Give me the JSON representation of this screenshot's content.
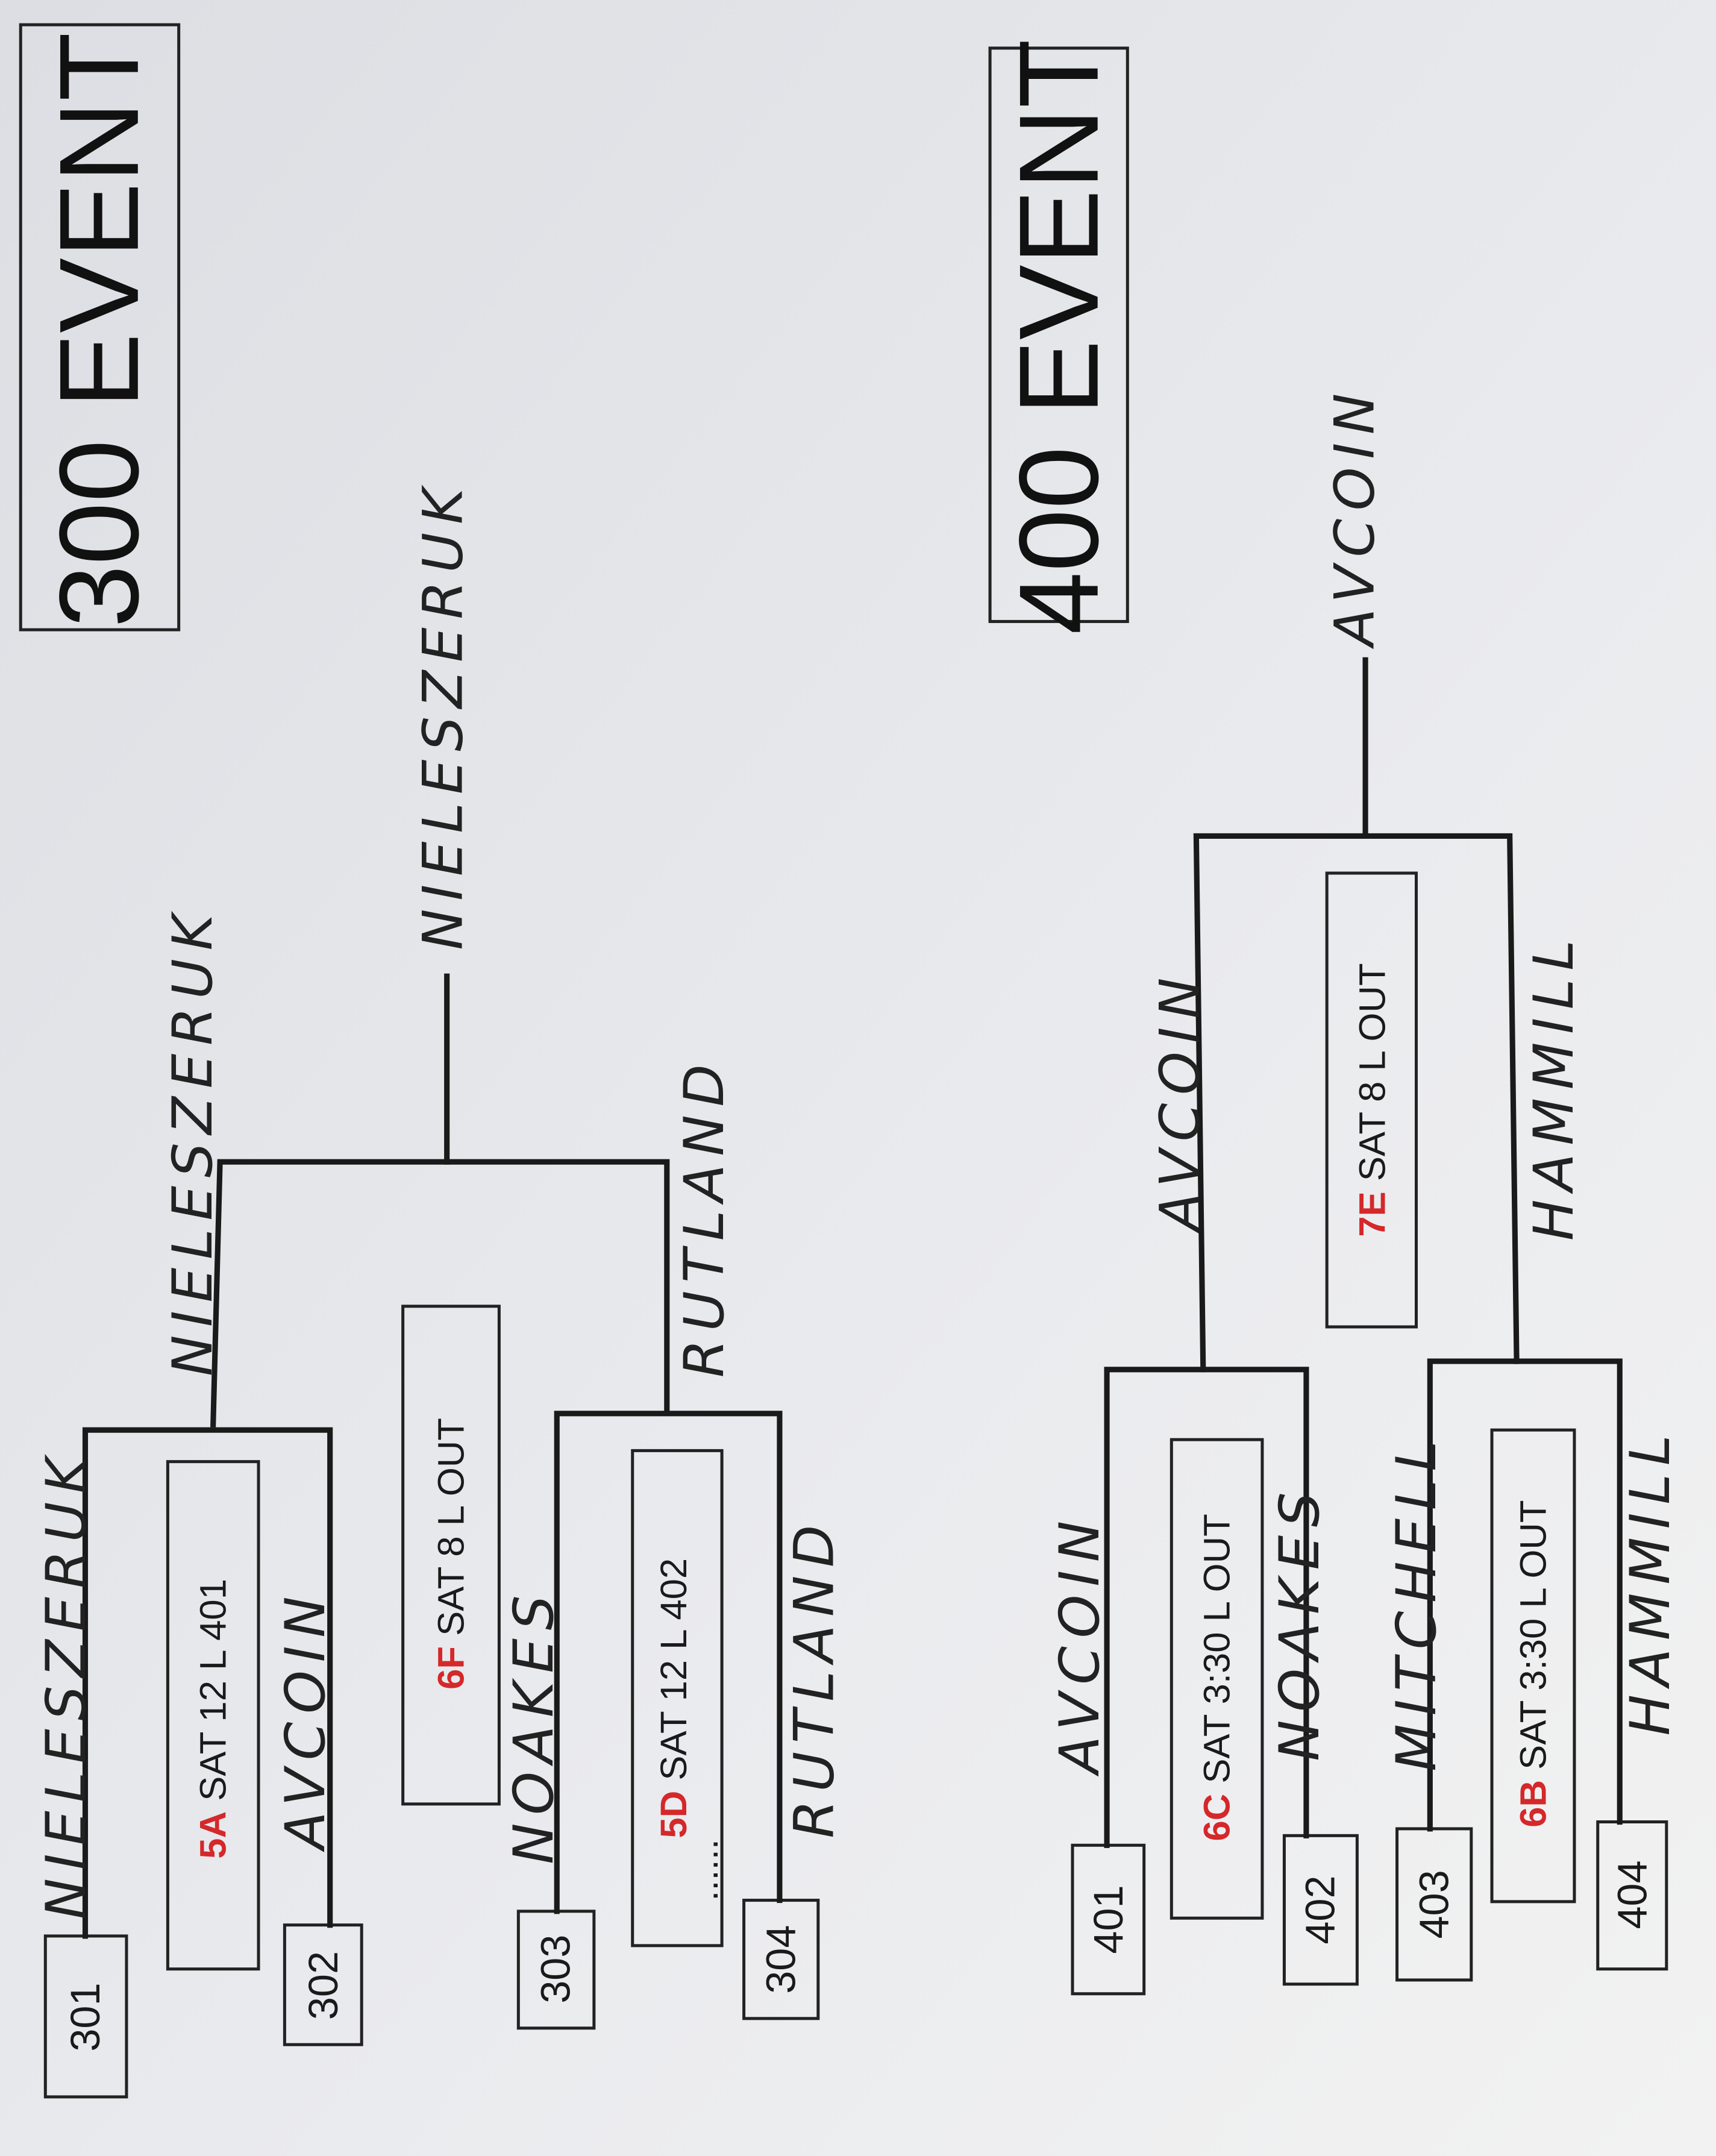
{
  "events": [
    {
      "title": "300 EVENT",
      "seeds": [
        "301",
        "302",
        "303",
        "304"
      ],
      "matches": [
        {
          "code": "5A",
          "info": "SAT 12 L 401"
        },
        {
          "code": "6F",
          "info": "SAT 8 L OUT"
        },
        {
          "code": "5D",
          "info": "SAT 12 L 402",
          "note": "......"
        }
      ],
      "names": {
        "r1": [
          "NIELESZERUK",
          "AVCOIN",
          "NOAKES",
          "RUTLAND"
        ],
        "r2": [
          "NIELESZERUK",
          "RUTLAND"
        ],
        "winner": "NIELESZERUK"
      }
    },
    {
      "title": "400 EVENT",
      "seeds": [
        "401",
        "402",
        "403",
        "404"
      ],
      "matches": [
        {
          "code": "6C",
          "info": "SAT 3:30 L OUT"
        },
        {
          "code": "6B",
          "info": "SAT 3:30 L OUT"
        },
        {
          "code": "7E",
          "info": "SAT 8 L OUT"
        }
      ],
      "names": {
        "r1": [
          "AVCOIN",
          "NOAKES",
          "MITCHELL",
          "HAMMILL"
        ],
        "r2": [
          "AVCOIN",
          "HAMMILL"
        ],
        "winner": "AVCOIN"
      }
    }
  ],
  "colors": {
    "paper": "#e4e5e9",
    "ink": "#1a1a1a",
    "match_code": "#d4282a"
  }
}
